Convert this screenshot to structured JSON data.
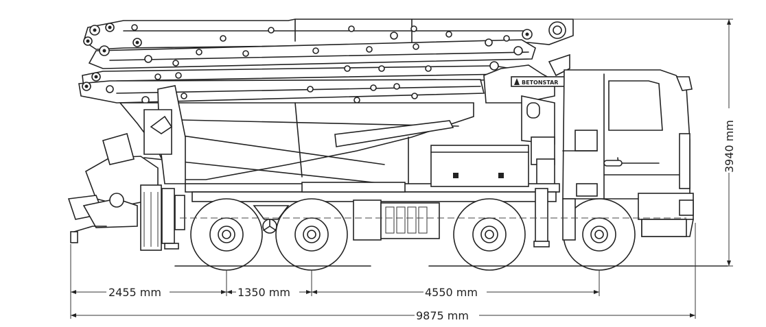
{
  "brand_label": "BETONSTAR",
  "dimensions": {
    "rear_overhang": "2455 mm",
    "rear_axle_spacing": "1350 mm",
    "wheelbase_front": "4550 mm",
    "total_length": "9875 mm",
    "total_height": "3940 mm"
  }
}
